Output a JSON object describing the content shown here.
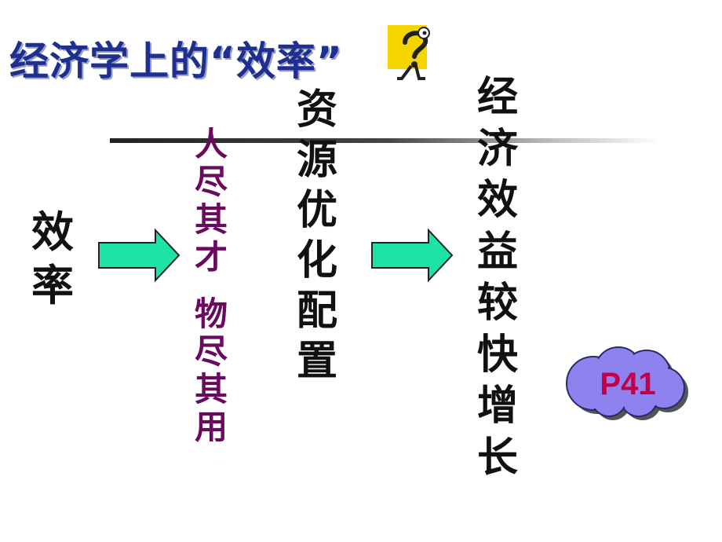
{
  "title": "经济学上的“效率”",
  "columns": {
    "efficiency": [
      "效",
      "率"
    ],
    "people_things": [
      "人",
      "尽",
      "其",
      "才",
      "",
      "物",
      "尽",
      "其",
      "用"
    ],
    "resources": [
      "资",
      "源",
      "优",
      "化",
      "配",
      "置"
    ],
    "growth": [
      "经",
      "济",
      "效",
      "益",
      "较",
      "快",
      "增",
      "长"
    ]
  },
  "badge": {
    "label": "P41"
  },
  "colors": {
    "title": "#1f2f8f",
    "people_text": "#6a0a5e",
    "arrow_fill": "#1ee3a6",
    "cloud_fill": "#8e82ee",
    "badge_text": "#c0004a",
    "icon_yellow": "#f5d500"
  },
  "icons": {
    "question": "question-figure-icon",
    "arrow": "right-arrow-icon",
    "cloud": "cloud-icon"
  }
}
